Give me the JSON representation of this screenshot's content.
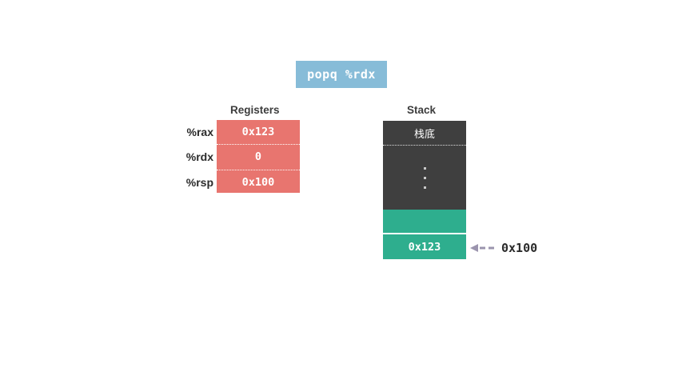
{
  "instruction": {
    "text": "popq %rdx"
  },
  "registers": {
    "heading": "Registers",
    "rows": [
      {
        "name": "%rax",
        "value": "0x123"
      },
      {
        "name": "%rdx",
        "value": "0"
      },
      {
        "name": "%rsp",
        "value": "0x100"
      }
    ]
  },
  "stack": {
    "heading": "Stack",
    "bottom_label": "栈底",
    "ellipsis": "·",
    "cells": [
      {
        "label": "",
        "state": "empty-green"
      },
      {
        "label": "0x123",
        "state": "filled-green"
      }
    ]
  },
  "pointer": {
    "label": "0x100",
    "icon": "arrow-left-dashed"
  },
  "colors": {
    "instruction_bg": "#87bcd8",
    "register_cell": "#e8756f",
    "stack_dark": "#3f3f3f",
    "stack_green": "#2eae8e",
    "pointer": "#9b94ae",
    "text_dark": "#2b2b2b"
  }
}
